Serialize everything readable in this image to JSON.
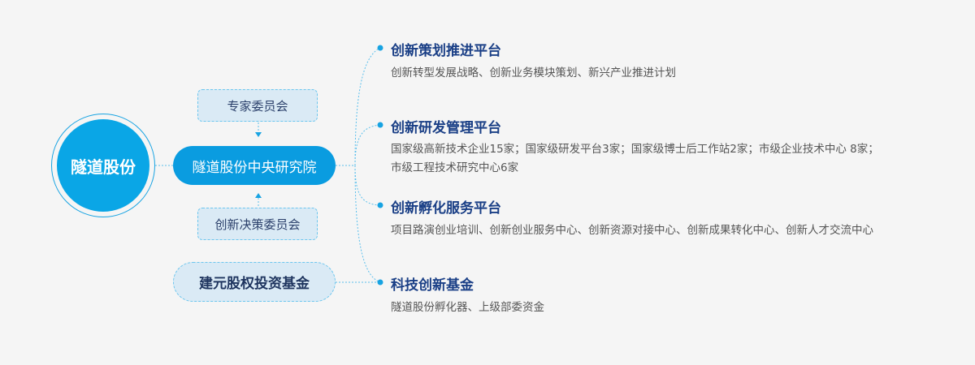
{
  "root": "隧道股份",
  "center": "隧道股份中央研究院",
  "expert": "专家委员会",
  "decision": "创新决策委员会",
  "fund": "建元股权投资基金",
  "branches": [
    {
      "title": "创新策划推进平台",
      "desc": "创新转型发展战略、创新业务模块策划、新兴产业推进计划"
    },
    {
      "title": "创新研发管理平台",
      "desc": "国家级高新技术企业15家；国家级研发平台3家；国家级博士后工作站2家；市级企业技术中心 8家；",
      "desc2": "市级工程技术研究中心6家"
    },
    {
      "title": "创新孵化服务平台",
      "desc": "项目路演创业培训、创新创业服务中心、创新资源对接中心、创新成果转化中心、创新人才交流中心"
    },
    {
      "title": "科技创新基金",
      "desc": "隧道股份孵化器、上级部委资金"
    }
  ],
  "colors": {
    "accent": "#0a9ce0",
    "title": "#1a3f86",
    "line": "#5bbfec"
  }
}
